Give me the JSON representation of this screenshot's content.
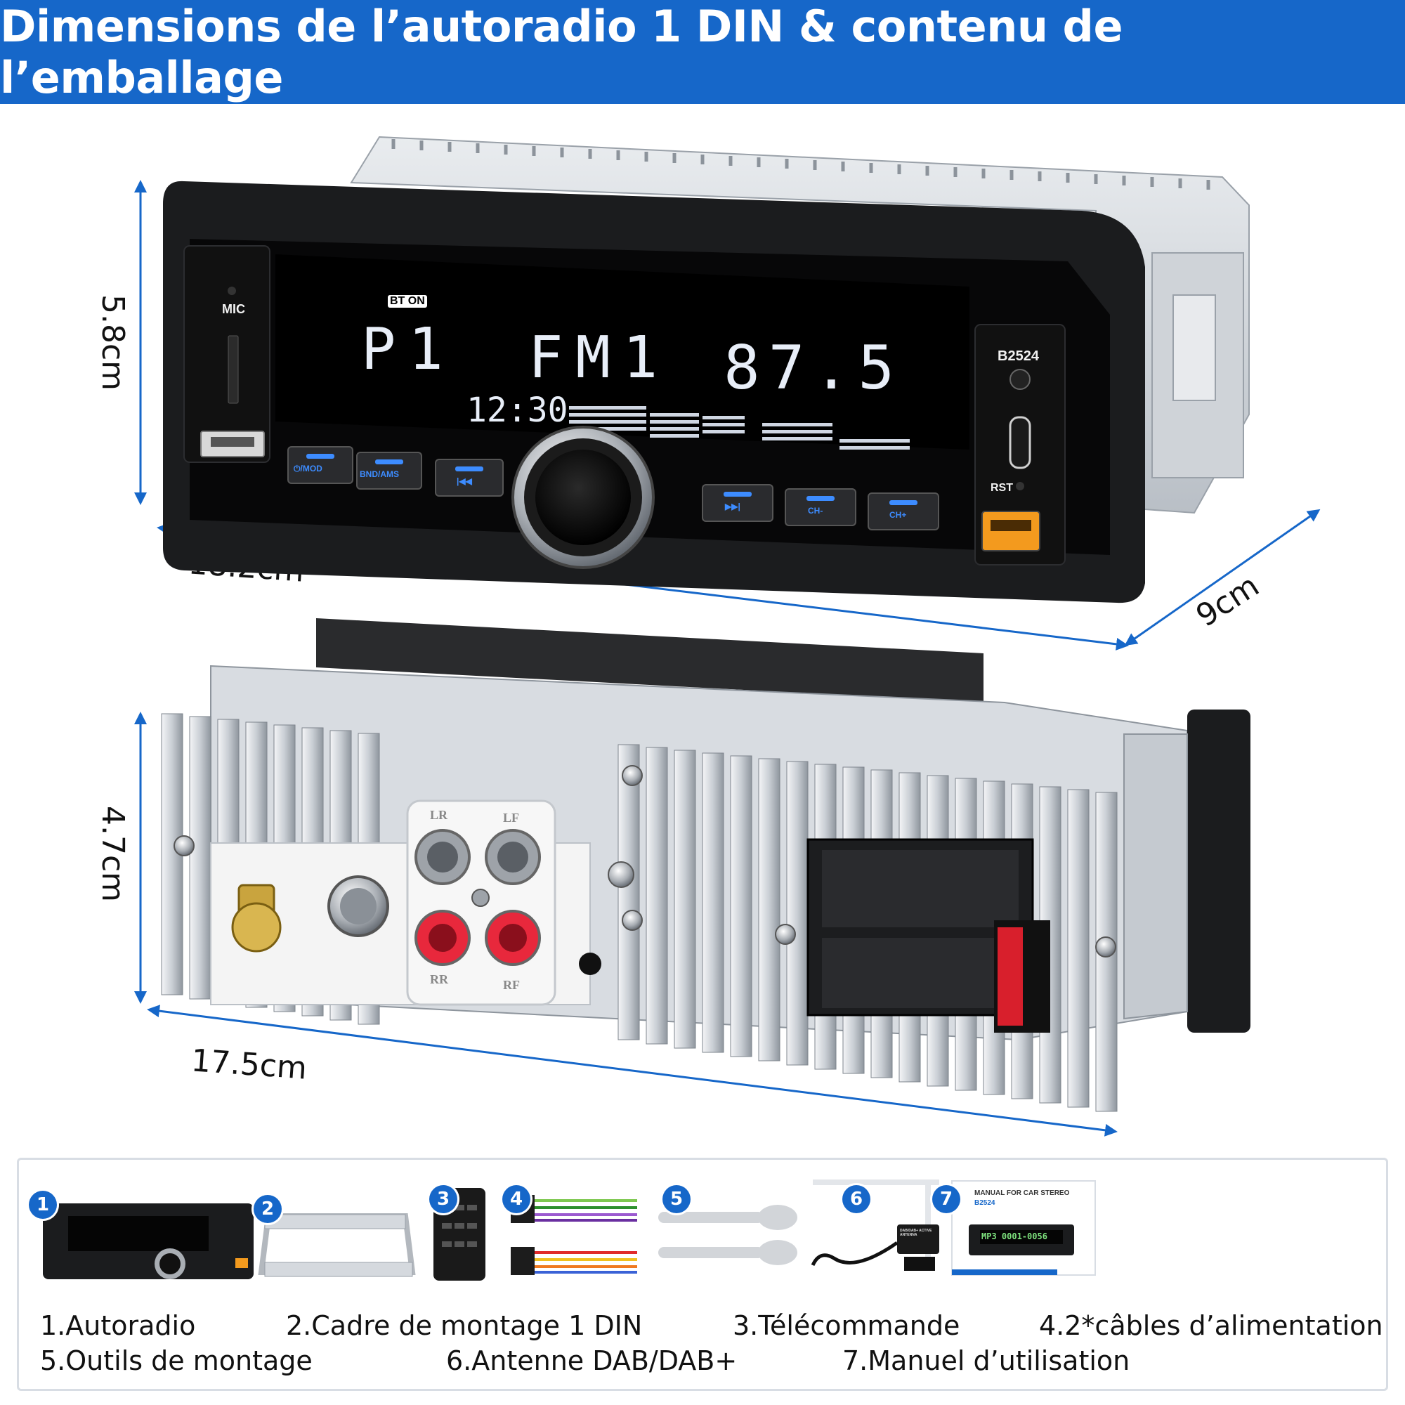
{
  "header": {
    "title": "Dimensions de l’autoradio 1 DIN & contenu de l’emballage"
  },
  "colors": {
    "brand_blue": "#1667c9",
    "lcd_text": "#e8eef8",
    "button_blue": "#3d8cff",
    "rca_red": "#e8283c",
    "usb_orange": "#f39a1e"
  },
  "dimensions": {
    "height_front": "5.8cm",
    "width_front": "18.2cm",
    "depth": "9cm",
    "height_back": "4.7cm",
    "width_back": "17.5cm"
  },
  "front_panel": {
    "mic_label": "MIC",
    "model": "B2524",
    "rst_label": "RST",
    "bt_label": "BT ON",
    "display_preset": "P1",
    "display_band": "FM1",
    "display_freq": "87.5",
    "display_time": "12:30",
    "buttons": [
      "⏻/MOD",
      "BND/AMS",
      "|◀◀",
      "▶▶|",
      "CH-",
      "CH+"
    ]
  },
  "rear_panel": {
    "lr": "LR",
    "lf": "LF",
    "rr": "RR",
    "rf": "RF"
  },
  "package": {
    "items": [
      {
        "num": "1",
        "label": "1.Autoradio"
      },
      {
        "num": "2",
        "label": "2.Cadre de montage 1 DIN"
      },
      {
        "num": "3",
        "label": "3.Télécommande"
      },
      {
        "num": "4",
        "label": "4.2*câbles d’alimentation"
      },
      {
        "num": "5",
        "label": "5.Outils de montage"
      },
      {
        "num": "6",
        "label": "6.Antenne DAB/DAB+"
      },
      {
        "num": "7",
        "label": "7.Manuel d’utilisation"
      }
    ],
    "manual_title": "MANUAL FOR CAR STEREO",
    "manual_model": "B2524",
    "manual_display": "MP3 0001-0056",
    "antenna_tag": "DAB/DAB+ ACTIVE ANTENNA"
  }
}
